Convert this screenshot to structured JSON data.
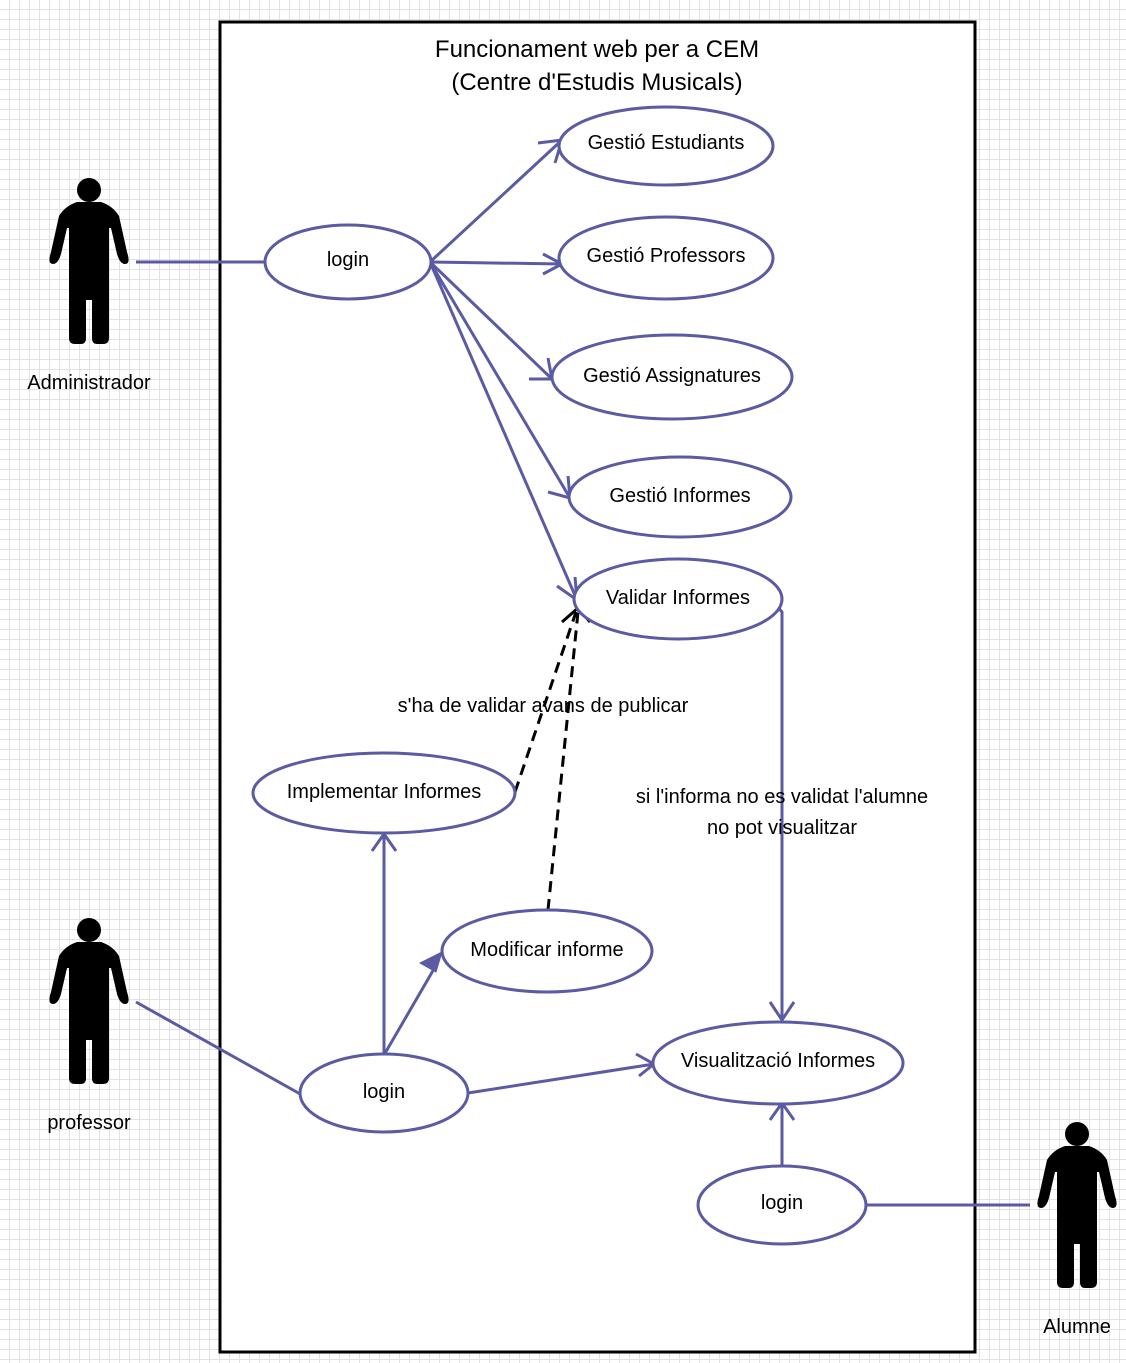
{
  "system": {
    "title_line1": "Funcionament web per a CEM",
    "title_line2": "(Centre d'Estudis Musicals)"
  },
  "actors": {
    "administrador": "Administrador",
    "professor": "professor",
    "alumne": "Alumne"
  },
  "use_cases": {
    "login_admin": "login",
    "gestio_estudiants": "Gestió Estudiants",
    "gestio_professors": "Gestió Professors",
    "gestio_assignatures": "Gestió Assignatures",
    "gestio_informes": "Gestió Informes",
    "validar_informes": "Validar Informes",
    "implementar_informes": "Implementar Informes",
    "modificar_informe": "Modificar informe",
    "login_professor": "login",
    "visualitzacio_informes": "Visualització Informes",
    "login_alumne": "login"
  },
  "notes": {
    "validation": "s'ha de validar avans de publicar",
    "condition_line1": "si l'informa no es validat l'alumne",
    "condition_line2": "no pot visualitzar"
  },
  "colors": {
    "line": "#5b5ba3",
    "dependency": "#000000",
    "boundary": "#000000",
    "grid": "#e2e2e2"
  }
}
